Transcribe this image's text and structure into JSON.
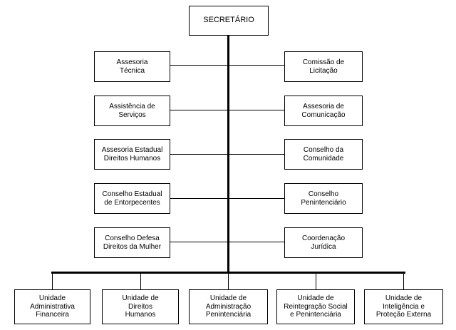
{
  "chart": {
    "top": "SECRETÁRIO",
    "left_column": [
      "Assesoria\nTécnica",
      "Assistência de\nServiços",
      "Assesoria Estadual\nDireitos Humanos",
      "Conselho Estadual\nde Entorpecentes",
      "Conselho Defesa\nDireitos da Mulher"
    ],
    "right_column": [
      "Comissão de\nLicitação",
      "Assesoria de\nComunicação",
      "Conselho da\nComunidade",
      "Conselho\nPenintenciário",
      "Coordenação\nJurídica"
    ],
    "bottom_row": [
      "Unidade\nAdministrativa\nFinanceira",
      "Unidade de\nDireitos\nHumanos",
      "Unidade de\nAdministração\nPenintenciária",
      "Unidade de\nReintegração Social\ne Penintenciária",
      "Unidade de\nInteligência e\nProteção Externa"
    ]
  }
}
